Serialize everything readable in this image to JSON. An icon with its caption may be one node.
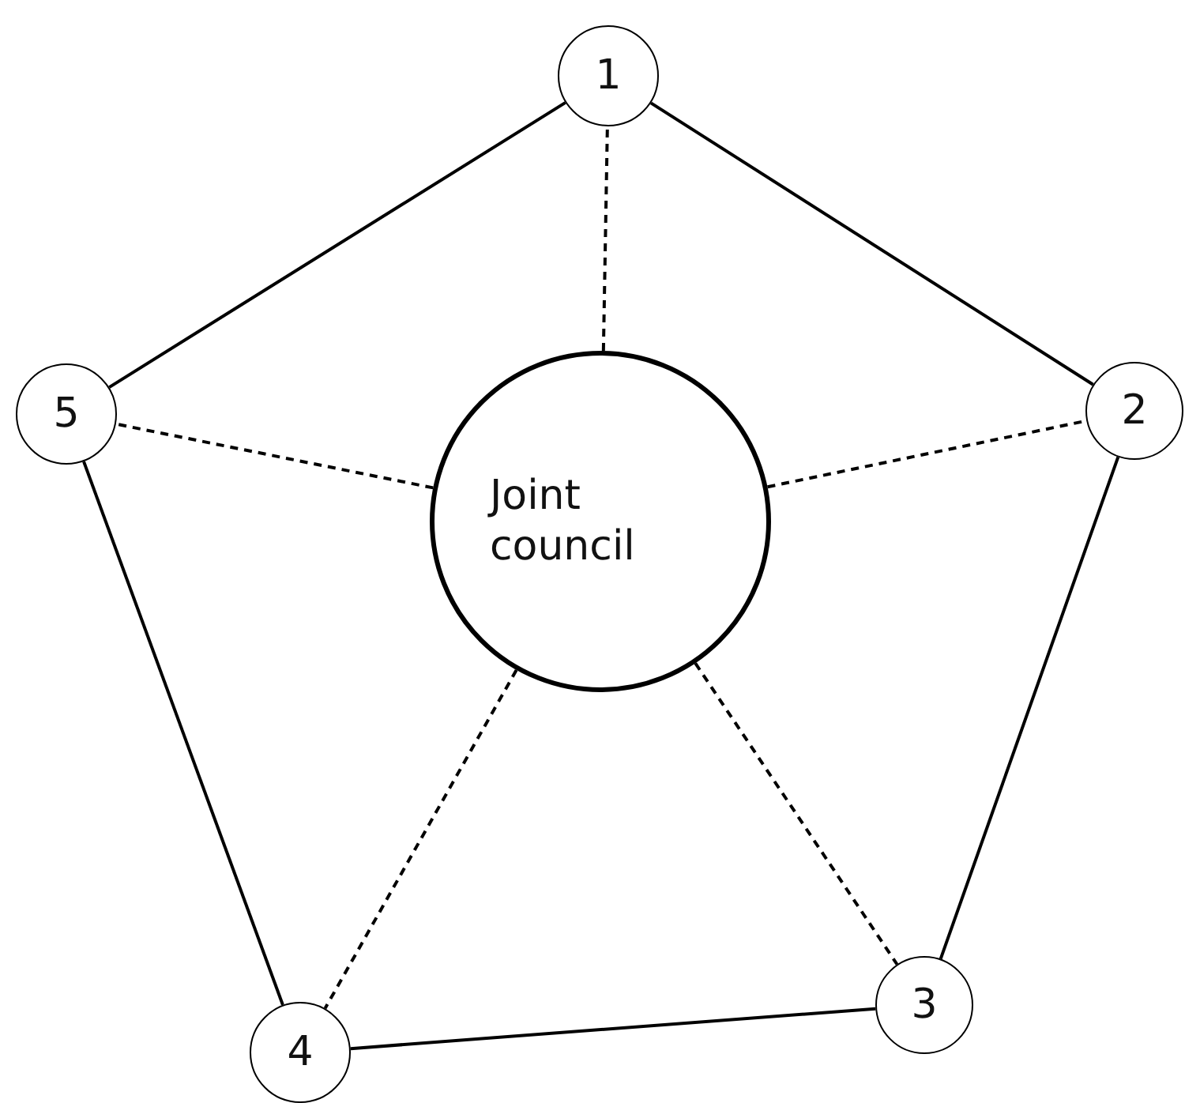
{
  "diagram": {
    "nodes": [
      {
        "text": [
          "1"
        ]
      },
      {
        "text": [
          "2"
        ]
      },
      {
        "text": [
          "3"
        ]
      },
      {
        "text": [
          "4"
        ]
      },
      {
        "text": [
          "5"
        ]
      },
      {
        "text": [
          "Joint council"
        ]
      }
    ],
    "edges": [
      {
        "from": 0,
        "to": 1,
        "arrow": "none"
      },
      {
        "from": 1,
        "to": 2,
        "arrow": "none"
      },
      {
        "from": 2,
        "to": 3,
        "arrow": "none"
      },
      {
        "from": 3,
        "to": 4,
        "arrow": "none"
      },
      {
        "from": 4,
        "to": 0,
        "arrow": "none"
      },
      {
        "from": 5,
        "to": 0,
        "arrow": "none",
        "style": "dashed"
      },
      {
        "from": 5,
        "to": 1,
        "arrow": "none",
        "style": "dashed"
      },
      {
        "from": 5,
        "to": 2,
        "arrow": "none",
        "style": "dashed"
      },
      {
        "from": 5,
        "to": 3,
        "arrow": "none",
        "style": "dashed"
      },
      {
        "from": 5,
        "to": 4,
        "arrow": "none",
        "style": "dashed"
      }
    ]
  }
}
